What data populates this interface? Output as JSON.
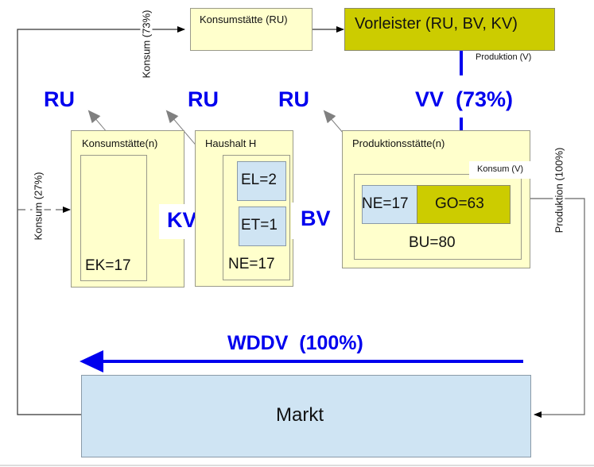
{
  "nodes": {
    "konsumstaette_ru": "Konsumstätte (RU)",
    "vorleister": "Vorleister (RU, BV, KV)",
    "konsumstaette_n": "Konsumstätte(n)",
    "ek": "EK=17",
    "haushalt": "Haushalt H",
    "el": "EL=2",
    "et": "ET=1",
    "ne_haushalt": "NE=17",
    "produktionsstaette": "Produktionsstätte(n)",
    "ne_prod": "NE=17",
    "go": "GO=63",
    "bu": "BU=80",
    "markt": "Markt"
  },
  "labels": {
    "ru_1": "RU",
    "ru_2": "RU",
    "ru_3": "RU",
    "vv": "VV  (73%)",
    "kv": "KV",
    "bv": "BV",
    "wddv": "WDDV  (100%)"
  },
  "flows": {
    "konsum_73": "Konsum (73%)",
    "konsum_27": "Konsum (27%)",
    "produktion_v": "Produktion (V)",
    "konsum_v": "Konsum (V)",
    "produktion_100": "Produktion (100%)"
  },
  "colors": {
    "accent_blue": "#0000ee",
    "box_yellow": "#ffffcc",
    "box_olive": "#cccc00",
    "box_lightblue": "#cfe4f3"
  }
}
